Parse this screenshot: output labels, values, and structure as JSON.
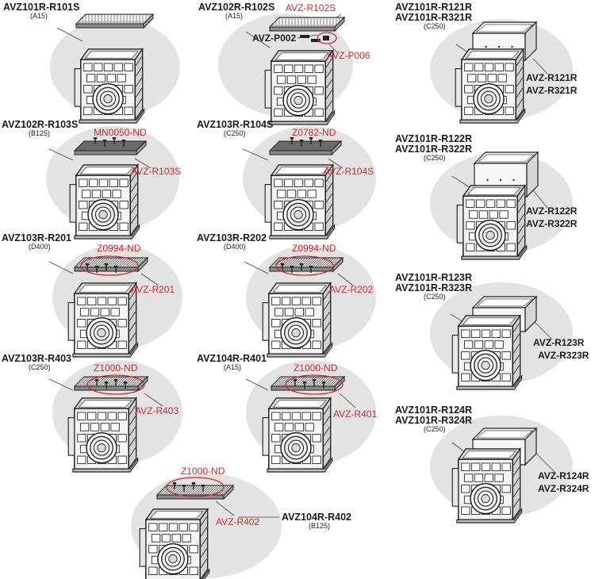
{
  "colors": {
    "background": "#ffffff",
    "circle": "#e3e3e3",
    "ink": "#1a1a1a",
    "accent_red": "#d02a2a",
    "box_face": "#f4f4f4"
  },
  "assemblies": [
    {
      "title_lines": [
        "AVZ101R-R101S"
      ],
      "class": "(A15)",
      "parts": []
    },
    {
      "title_lines": [
        "AVZ102R-R102S"
      ],
      "class": "(A15)",
      "parts": [
        {
          "text": "AVZ-R102S",
          "color": "red"
        },
        {
          "text": "AVZ-P002",
          "color": "black"
        },
        {
          "text": "AVZ-P006",
          "color": "red"
        }
      ]
    },
    {
      "title_lines": [
        "AVZ101R-R121R",
        "AVZ101R-R321R"
      ],
      "class": "(C250)",
      "parts": [
        {
          "text": "AVZ-R121R",
          "color": "black"
        },
        {
          "text": "AVZ-R321R",
          "color": "black"
        }
      ]
    },
    {
      "title_lines": [
        "AVZ102R-R103S"
      ],
      "class": "(B125)",
      "parts": [
        {
          "text": "MN0050-ND",
          "color": "red"
        },
        {
          "text": "AVZ-R103S",
          "color": "red"
        }
      ]
    },
    {
      "title_lines": [
        "AVZ103R-R104S"
      ],
      "class": "(C250)",
      "parts": [
        {
          "text": "Z0782-ND",
          "color": "red"
        },
        {
          "text": "AVZ-R104S",
          "color": "red"
        }
      ]
    },
    {
      "title_lines": [
        "AVZ101R-R122R",
        "AVZ101R-R322R"
      ],
      "class": "(C250)",
      "parts": [
        {
          "text": "AVZ-R122R",
          "color": "black"
        },
        {
          "text": "AVZ-R322R",
          "color": "black"
        }
      ]
    },
    {
      "title_lines": [
        "AVZ103R-R201"
      ],
      "class": "(D400)",
      "parts": [
        {
          "text": "Z0994-ND",
          "color": "red"
        },
        {
          "text": "AVZ-R201",
          "color": "red"
        }
      ]
    },
    {
      "title_lines": [
        "AVZ103R-R202"
      ],
      "class": "(D400)",
      "parts": [
        {
          "text": "Z0994-ND",
          "color": "red"
        },
        {
          "text": "AVZ-R202",
          "color": "red"
        }
      ]
    },
    {
      "title_lines": [
        "AVZ101R-R123R",
        "AVZ101R-R323R"
      ],
      "class": "(C250)",
      "parts": [
        {
          "text": "AVZ-R123R",
          "color": "black"
        },
        {
          "text": "AVZ-R323R",
          "color": "black"
        }
      ]
    },
    {
      "title_lines": [
        "AVZ103R-R403"
      ],
      "class": "(C250)",
      "parts": [
        {
          "text": "Z1000-ND",
          "color": "red"
        },
        {
          "text": "AVZ-R403",
          "color": "red"
        }
      ]
    },
    {
      "title_lines": [
        "AVZ104R-R401"
      ],
      "class": "(A15)",
      "parts": [
        {
          "text": "Z1000-ND",
          "color": "red"
        },
        {
          "text": "AVZ-R401",
          "color": "red"
        }
      ]
    },
    {
      "title_lines": [
        "AVZ101R-R124R",
        "AVZ101R-R324R"
      ],
      "class": "(C250)",
      "parts": [
        {
          "text": "AVZ-R124R",
          "color": "black"
        },
        {
          "text": "AVZ-R324R",
          "color": "black"
        }
      ]
    },
    {
      "title_lines": [
        "AVZ104R-R402"
      ],
      "class": "(B125)",
      "parts": [
        {
          "text": "Z1000-ND",
          "color": "red"
        },
        {
          "text": "AVZ-R402",
          "color": "red"
        }
      ]
    }
  ]
}
